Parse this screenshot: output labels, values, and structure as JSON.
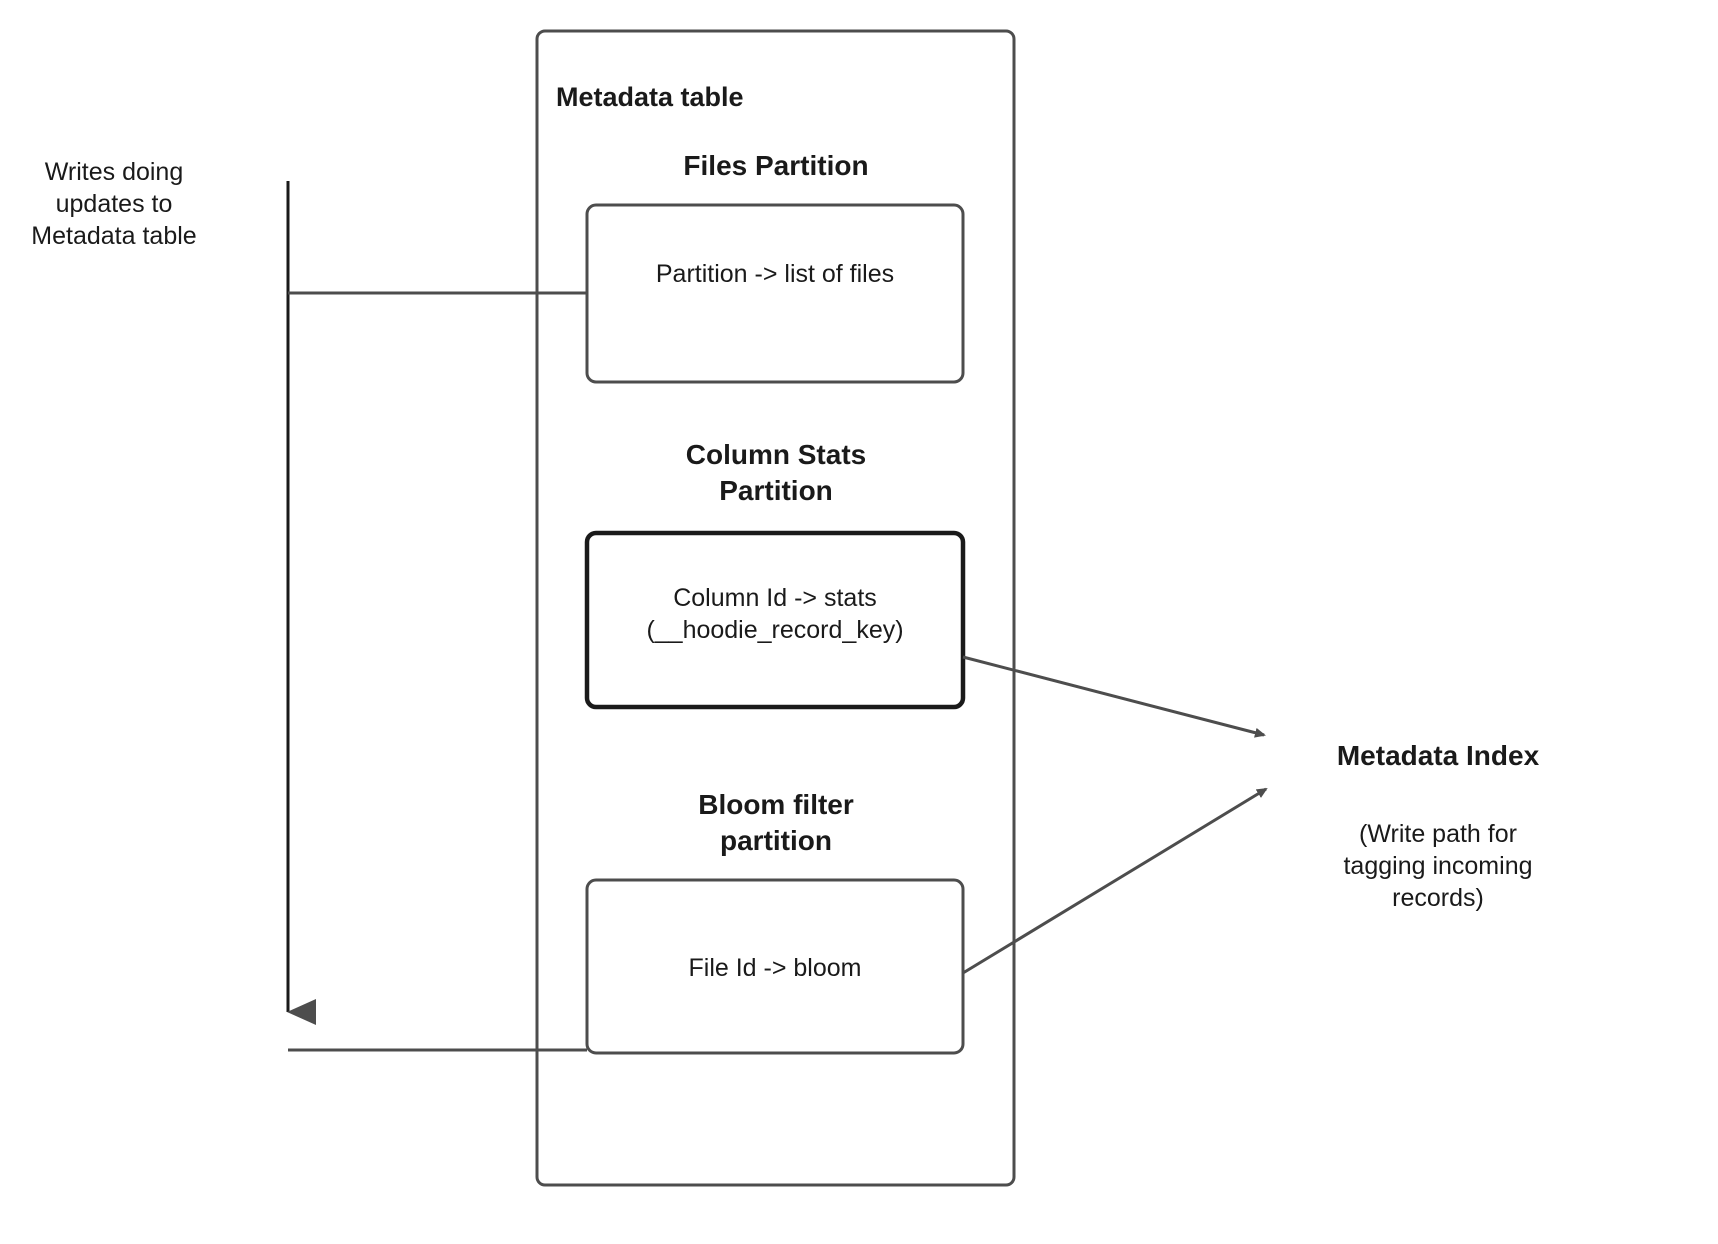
{
  "diagram": {
    "left_note": "Writes doing\nupdates to\nMetadata table",
    "container": {
      "title": "Metadata table"
    },
    "partitions": [
      {
        "heading": "Files Partition",
        "box_label": "Partition -> list of files"
      },
      {
        "heading": "Column Stats\nPartition",
        "box_label": "Column Id  -> stats\n(__hoodie_record_key)"
      },
      {
        "heading": "Bloom filter\npartition",
        "box_label": "File Id -> bloom"
      }
    ],
    "output": {
      "title": "Metadata Index",
      "caption": "(Write path for\ntagging incoming\nrecords)"
    },
    "colors": {
      "stroke": "#4d4d4d",
      "stroke_dark": "#1a1a1a",
      "text": "#1a1a1a",
      "background": "#ffffff"
    }
  }
}
